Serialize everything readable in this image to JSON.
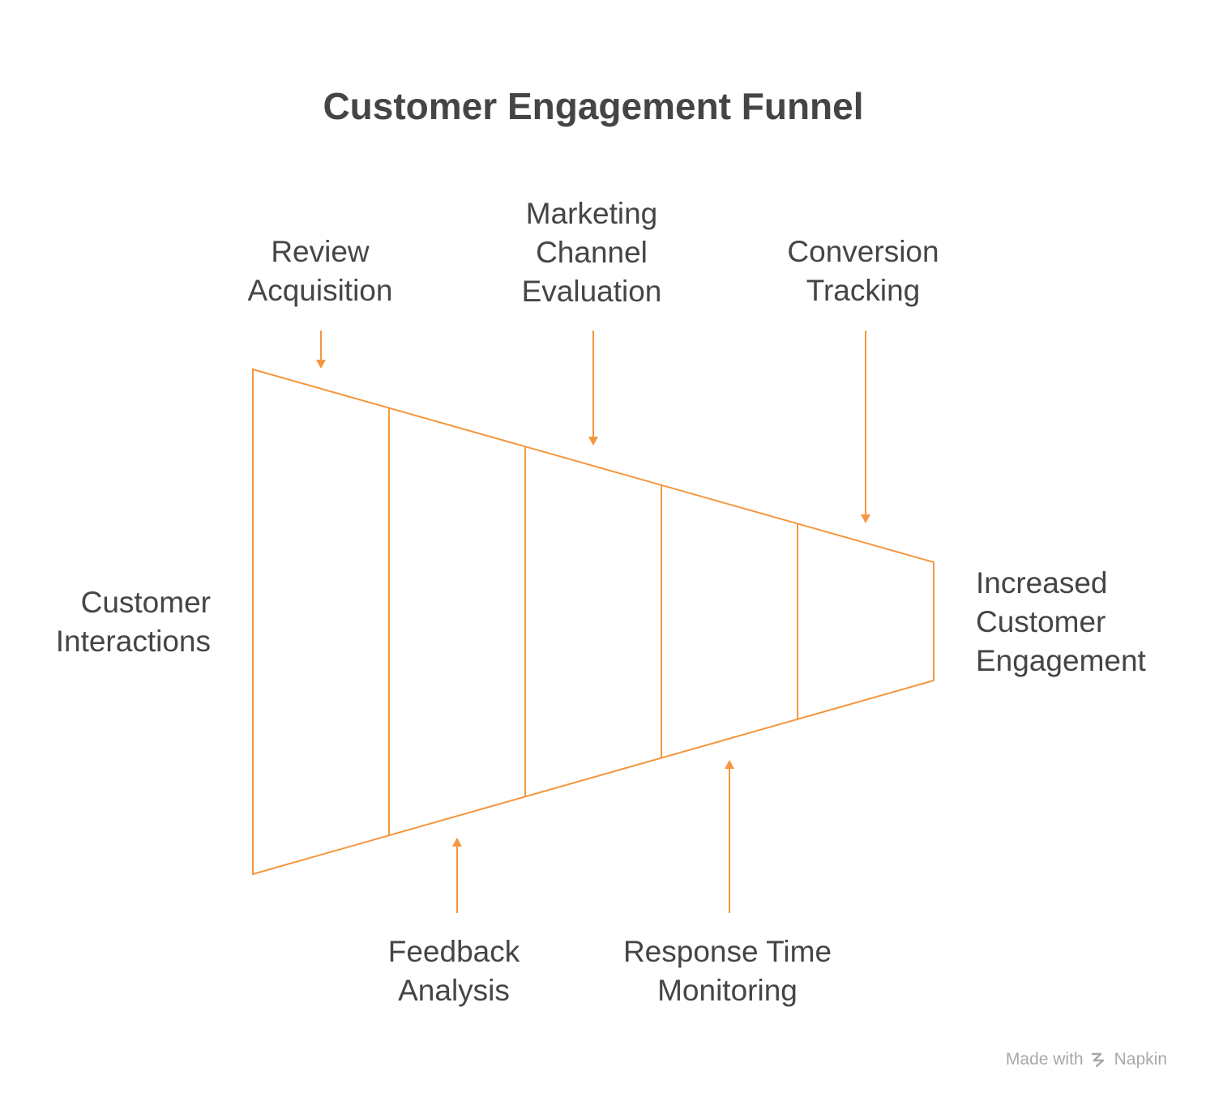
{
  "title": "Customer Engagement Funnel",
  "funnel": {
    "input_label": [
      "Customer",
      "Interactions"
    ],
    "output_label": [
      "Increased",
      "Customer",
      "Engagement"
    ],
    "top_stages": [
      {
        "lines": [
          "Review",
          "Acquisition"
        ]
      },
      {
        "lines": [
          "Marketing",
          "Channel",
          "Evaluation"
        ]
      },
      {
        "lines": [
          "Conversion",
          "Tracking"
        ]
      }
    ],
    "bottom_stages": [
      {
        "lines": [
          "Feedback",
          "Analysis"
        ]
      },
      {
        "lines": [
          "Response Time",
          "Monitoring"
        ]
      }
    ],
    "segments": 5
  },
  "colors": {
    "accent": "#F4973E",
    "text": "#454545",
    "watermark": "#A8A8A8"
  },
  "watermark": {
    "prefix": "Made with",
    "brand": "Napkin",
    "icon": "napkin-logo-icon"
  }
}
